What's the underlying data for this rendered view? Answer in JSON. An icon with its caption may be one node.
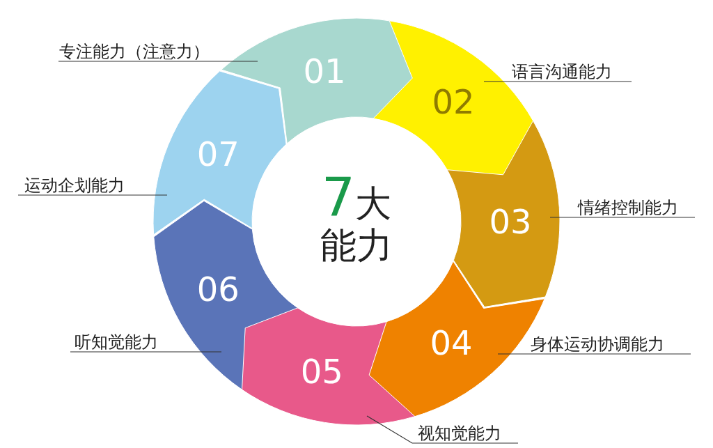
{
  "diagram": {
    "nodes": [
      {
        "text": [
          "7大能力"
        ]
      },
      {
        "text": [
          "01"
        ]
      },
      {
        "text": [
          "02"
        ]
      },
      {
        "text": [
          "03"
        ]
      },
      {
        "text": [
          "04"
        ]
      },
      {
        "text": [
          "05"
        ]
      },
      {
        "text": [
          "06"
        ]
      },
      {
        "text": [
          "07"
        ]
      },
      {
        "text": [
          "专注能力（注意力）"
        ]
      },
      {
        "text": [
          "语言沟通能力"
        ]
      },
      {
        "text": [
          "情绪控制能力"
        ]
      },
      {
        "text": [
          "身体运动协调能力"
        ]
      },
      {
        "text": [
          "视知觉能力"
        ]
      },
      {
        "text": [
          "听知觉能力"
        ]
      },
      {
        "text": [
          "运动企划能力"
        ]
      }
    ],
    "edges": [
      {
        "from": 8,
        "to": 1,
        "arrow": "none"
      },
      {
        "from": 9,
        "to": 2,
        "arrow": "none"
      },
      {
        "from": 10,
        "to": 3,
        "arrow": "none"
      },
      {
        "from": 11,
        "to": 4,
        "arrow": "none"
      },
      {
        "from": 12,
        "to": 5,
        "arrow": "none"
      },
      {
        "from": 13,
        "to": 6,
        "arrow": "none"
      },
      {
        "from": 14,
        "to": 7,
        "arrow": "none"
      }
    ]
  }
}
